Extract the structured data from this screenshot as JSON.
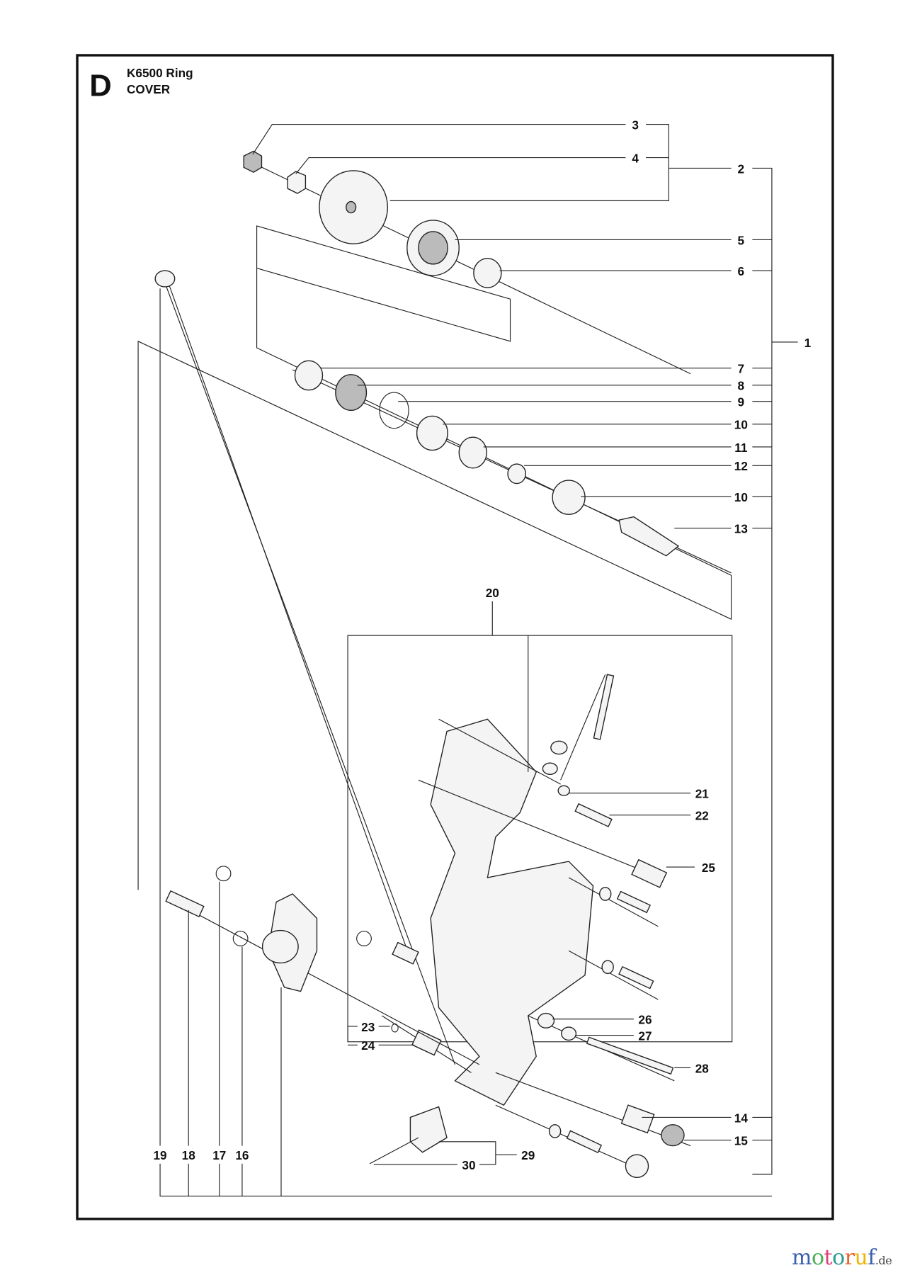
{
  "header": {
    "section_letter": "D",
    "model": "K6500 Ring",
    "title": "COVER"
  },
  "callouts": [
    {
      "id": "c3",
      "text": "3"
    },
    {
      "id": "c4",
      "text": "4"
    },
    {
      "id": "c2",
      "text": "2"
    },
    {
      "id": "c5",
      "text": "5"
    },
    {
      "id": "c6",
      "text": "6"
    },
    {
      "id": "c1",
      "text": "1"
    },
    {
      "id": "c7",
      "text": "7"
    },
    {
      "id": "c8",
      "text": "8"
    },
    {
      "id": "c9",
      "text": "9"
    },
    {
      "id": "c10a",
      "text": "10"
    },
    {
      "id": "c11",
      "text": "11"
    },
    {
      "id": "c12",
      "text": "12"
    },
    {
      "id": "c10b",
      "text": "10"
    },
    {
      "id": "c13",
      "text": "13"
    },
    {
      "id": "c20",
      "text": "20"
    },
    {
      "id": "c21",
      "text": "21"
    },
    {
      "id": "c22",
      "text": "22"
    },
    {
      "id": "c25",
      "text": "25"
    },
    {
      "id": "c26",
      "text": "26"
    },
    {
      "id": "c27",
      "text": "27"
    },
    {
      "id": "c28",
      "text": "28"
    },
    {
      "id": "c23",
      "text": "23"
    },
    {
      "id": "c24",
      "text": "24"
    },
    {
      "id": "c14",
      "text": "14"
    },
    {
      "id": "c15",
      "text": "15"
    },
    {
      "id": "c29",
      "text": "29"
    },
    {
      "id": "c30",
      "text": "30"
    },
    {
      "id": "c19",
      "text": "19"
    },
    {
      "id": "c18",
      "text": "18"
    },
    {
      "id": "c17",
      "text": "17"
    },
    {
      "id": "c16",
      "text": "16"
    }
  ],
  "watermark": {
    "brand": "motoruf",
    "tld": ".de",
    "colors": [
      "#3a5fb0",
      "#4caf50",
      "#e0407a",
      "#2a9d8f",
      "#e8632b",
      "#f0b400"
    ]
  }
}
